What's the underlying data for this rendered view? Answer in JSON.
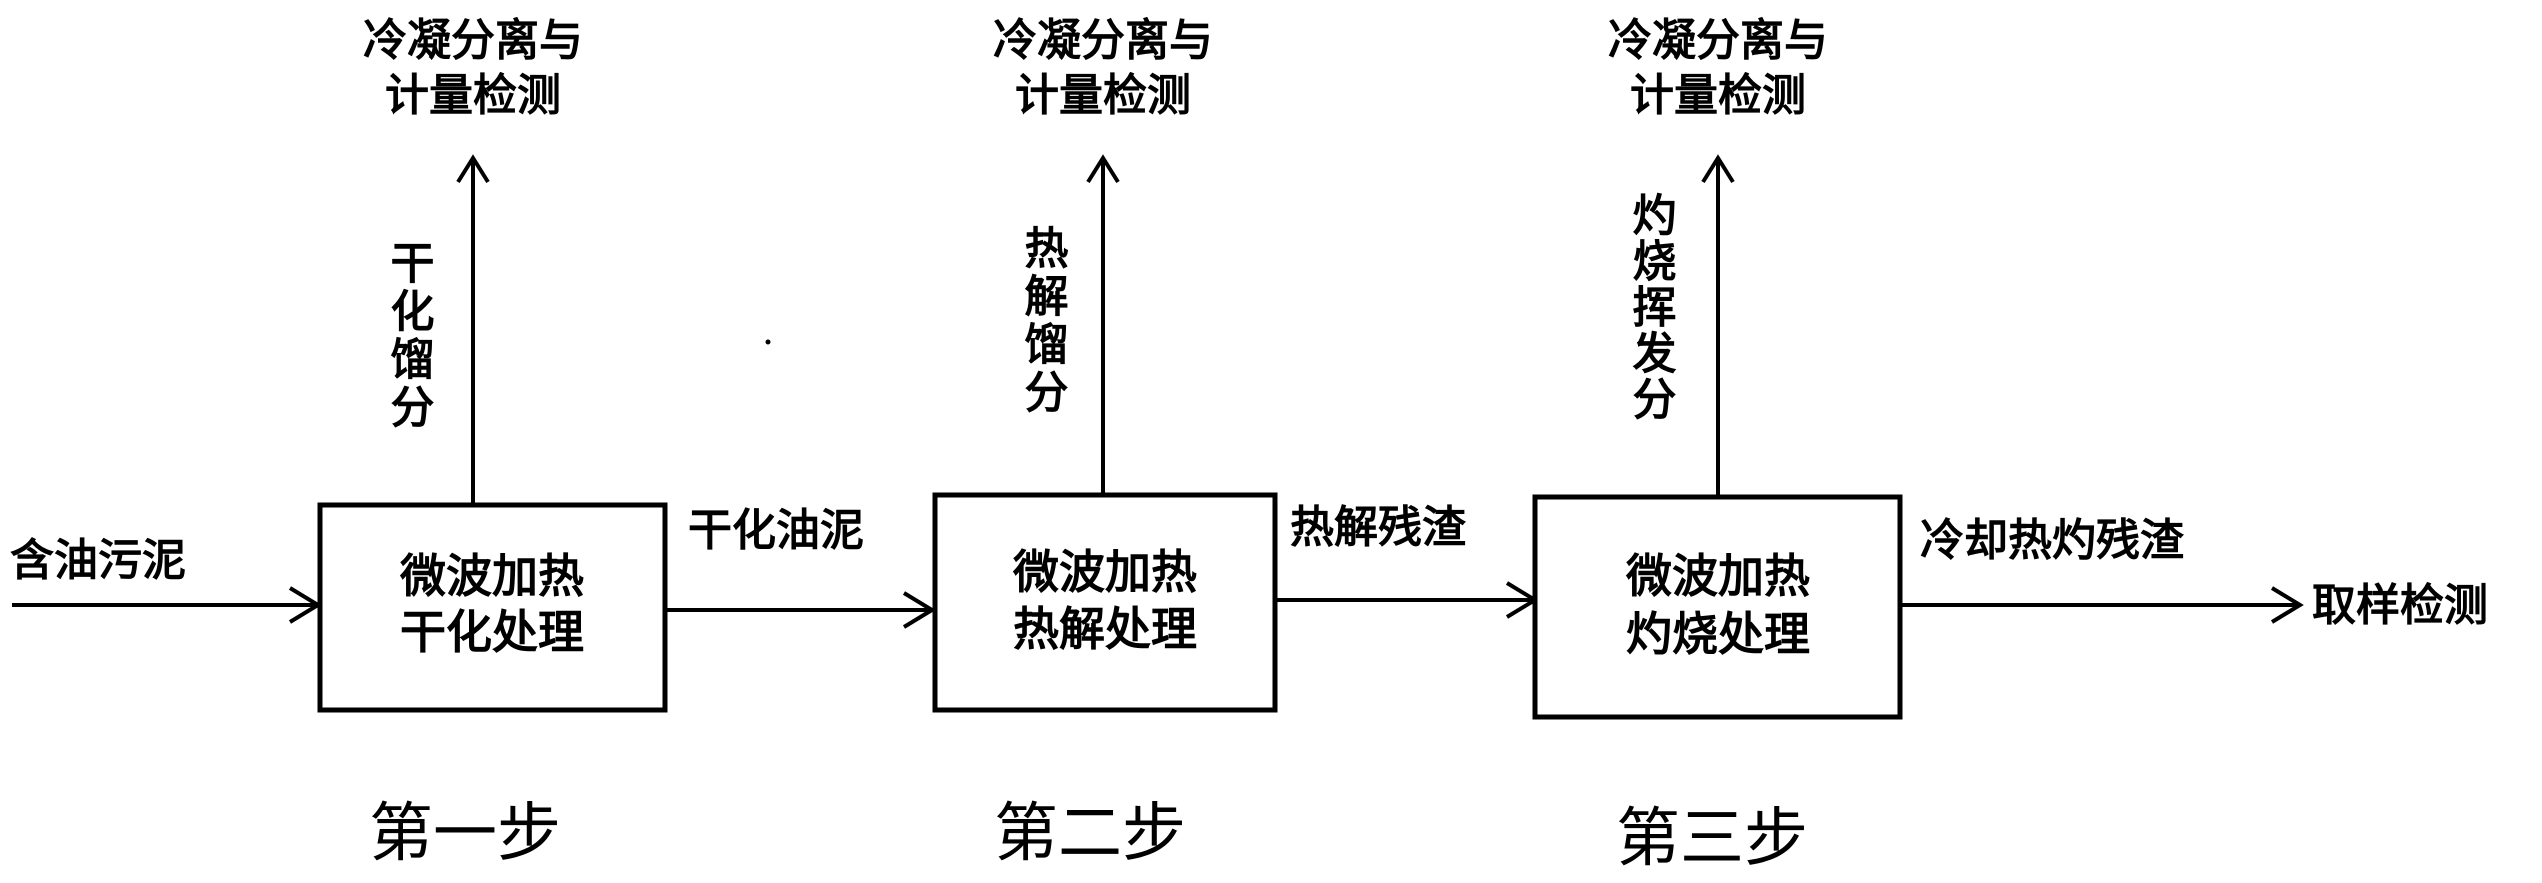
{
  "input_label": "含油污泥",
  "output_label": "取样检测",
  "steps": [
    {
      "box_line1": "微波加热",
      "box_line2": "干化处理",
      "up_label": "干化馏分",
      "top_line1": "冷凝分离与",
      "top_line2": "计量检测",
      "step_name": "第一步",
      "out_label": "干化油泥"
    },
    {
      "box_line1": "微波加热",
      "box_line2": "热解处理",
      "up_label": "热解馏分",
      "top_line1": "冷凝分离与",
      "top_line2": "计量检测",
      "step_name": "第二步",
      "out_label": "热解残渣"
    },
    {
      "box_line1": "微波加热",
      "box_line2": "灼烧处理",
      "up_label": "灼烧挥发分",
      "top_line1": "冷凝分离与",
      "top_line2": "计量检测",
      "step_name": "第三步",
      "out_label": "冷却热灼残渣"
    }
  ]
}
